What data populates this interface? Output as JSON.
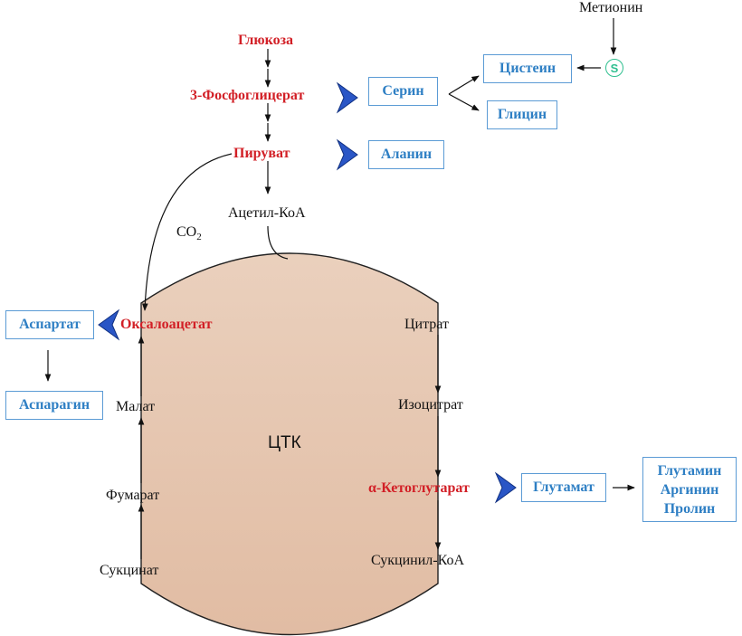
{
  "top": {
    "methionine": "Метионин",
    "glucose": "Глюкоза",
    "phosphoglycerate": "3-Фосфоглицерат",
    "pyruvate": "Пируват",
    "acetyl_coa": "Ацетил-КоА",
    "co2": "CO",
    "co2_sub": "2"
  },
  "boxes": {
    "serine": "Серин",
    "cysteine": "Цистеин",
    "glycine": "Глицин",
    "alanine": "Аланин",
    "aspartate": "Аспартат",
    "asparagine": "Аспарагин",
    "glutamate": "Глутамат",
    "glutamate_products": [
      "Глутамин",
      "Аргинин",
      "Пролин"
    ]
  },
  "sulfur": "S",
  "cycle": {
    "title": "ЦТК",
    "oxaloacetate": "Оксалоацетат",
    "citrate": "Цитрат",
    "isocitrate": "Изоцитрат",
    "ketoglutarate": "α-Кетоглутарат",
    "succinyl_coa": "Сукцинил-КоА",
    "succinate": "Сукцинат",
    "fumarate": "Фумарат",
    "malate": "Малат"
  },
  "colors": {
    "metabolite_red": "#d21f26",
    "amino_acid_blue": "#2e7fc4",
    "box_border": "#5b9bd5",
    "chevron_blue": "#2a56c6",
    "sulfur_green": "#2fbf8f",
    "cycle_fill": "#e6c3ac"
  }
}
